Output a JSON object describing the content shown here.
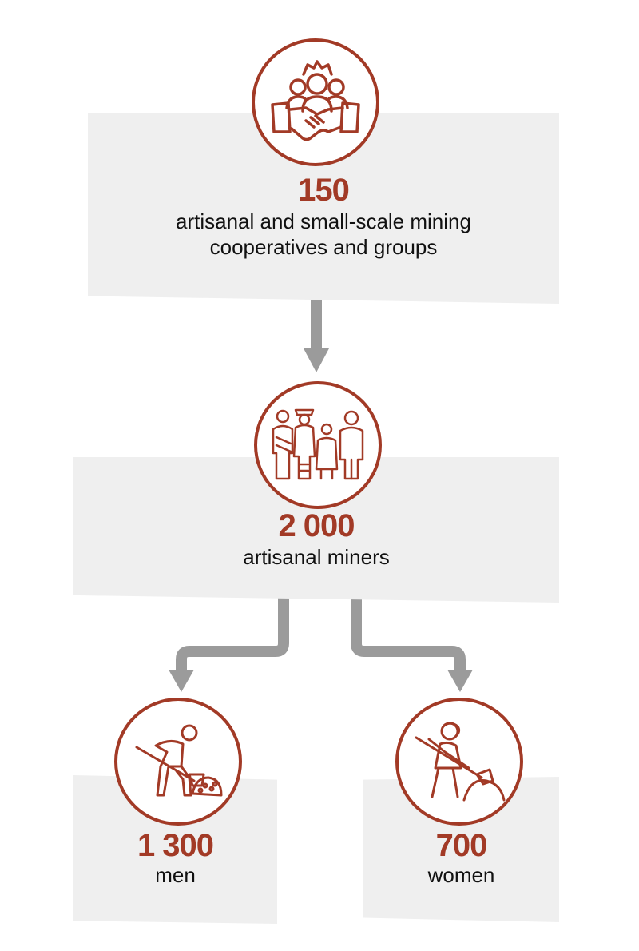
{
  "nodes": {
    "top": {
      "value": "150",
      "label_line1": "artisanal and small-scale mining",
      "label_line2": "cooperatives and groups",
      "icon": "cooperative-handshake-icon"
    },
    "middle": {
      "value": "2 000",
      "label": "artisanal miners",
      "icon": "artisanal-miners-group-icon"
    },
    "left": {
      "value": "1 300",
      "label": "men",
      "icon": "man-shoveling-icon"
    },
    "right": {
      "value": "700",
      "label": "women",
      "icon": "woman-shoveling-icon"
    }
  },
  "colors": {
    "accent": "#a23a26",
    "box": "#efefef",
    "arrow": "#9b9b9b"
  }
}
